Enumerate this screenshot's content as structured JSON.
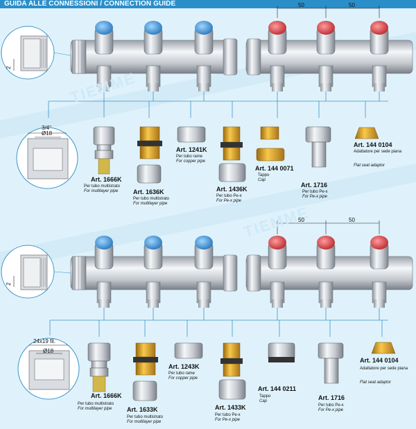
{
  "title": "GUIDA ALLE CONNESSIONI / CONNECTION GUIDE",
  "dimensions": {
    "spacing": "50",
    "thread_top": "3/4\"",
    "thread_bottom": "24x19 fil.",
    "bore": "Ø18",
    "depth": "2"
  },
  "watermark": "TIEMME",
  "colors": {
    "blue_cap": "#2f8fd6",
    "red_cap": "#d6333a",
    "brass": "#e6a21d",
    "chrome": "#c8ccd2",
    "background": "#dff2fb",
    "line": "#3a92c8"
  },
  "row1_parts": [
    {
      "code": "Art. 1666K",
      "desc_it": "Per tubo multistrato",
      "desc_en": "For multilayer pipe"
    },
    {
      "code": "Art. 1636K",
      "desc_it": "Per tubo multistrato",
      "desc_en": "For multilayer pipe"
    },
    {
      "code": "Art. 1241K",
      "desc_it": "Per tubo rame",
      "desc_en": "For copper pipe"
    },
    {
      "code": "Art. 1436K",
      "desc_it": "Per tubo Pe-x",
      "desc_en": "For Pe-x pipe"
    },
    {
      "code": "Art. 144 0071",
      "desc_it": "Tappo",
      "desc_en": "Cap"
    },
    {
      "code": "Art. 1716",
      "desc_it": "Per tubo Pe-x",
      "desc_en": "For Pe-x pipe"
    },
    {
      "code": "Art. 144 0104",
      "desc_it": "Adattatore per sede piana",
      "desc_en": "Flat seat adaptor"
    }
  ],
  "row2_parts": [
    {
      "code": "Art. 1666K",
      "desc_it": "Per tubo multistrato",
      "desc_en": "For multilayer pipe"
    },
    {
      "code": "Art. 1633K",
      "desc_it": "Per tubo multistrato",
      "desc_en": "For multilayer pipe"
    },
    {
      "code": "Art. 1243K",
      "desc_it": "Per tubo rame",
      "desc_en": "For copper pipe"
    },
    {
      "code": "Art. 1433K",
      "desc_it": "Per tubo Pe-x",
      "desc_en": "For Pe-x pipe"
    },
    {
      "code": "Art. 144 0211",
      "desc_it": "Tappo",
      "desc_en": "Cap"
    },
    {
      "code": "Art. 1716",
      "desc_it": "Per tubo Pe-x",
      "desc_en": "For Pe-x pipe"
    },
    {
      "code": "Art. 144 0104",
      "desc_it": "Adattatore per sede piana",
      "desc_en": "Flat seat adaptor"
    }
  ]
}
